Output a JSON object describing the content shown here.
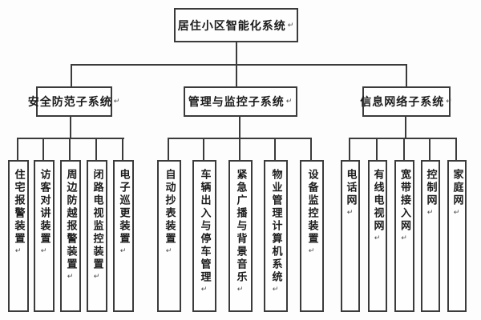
{
  "diagram": {
    "type": "org-tree",
    "root": {
      "label": "居住小区智能化系统"
    },
    "groups": [
      {
        "label": "安全防范子系统",
        "items": [
          {
            "label": "住宅报警装置"
          },
          {
            "label": "访客对讲装置"
          },
          {
            "label": "周边防越报警装置"
          },
          {
            "label": "闭路电视监控装置"
          },
          {
            "label": "电子巡更装置"
          }
        ]
      },
      {
        "label": "管理与监控子系统",
        "items": [
          {
            "label": "自动抄表装置"
          },
          {
            "label": "车辆出入与停车管理"
          },
          {
            "label": "紧急广播与背景音乐"
          },
          {
            "label": "物业管理计算机系统"
          },
          {
            "label": "设备监控装置"
          }
        ]
      },
      {
        "label": "信息网络子系统",
        "items": [
          {
            "label": "电话网"
          },
          {
            "label": "有线电视网"
          },
          {
            "label": "宽带接入网"
          },
          {
            "label": "控制网"
          },
          {
            "label": "家庭网"
          }
        ]
      }
    ],
    "return_mark": "↵",
    "colors": {
      "border": "#3b3b3b",
      "text": "#1c1c1c",
      "background": "#fdfdfd"
    }
  }
}
